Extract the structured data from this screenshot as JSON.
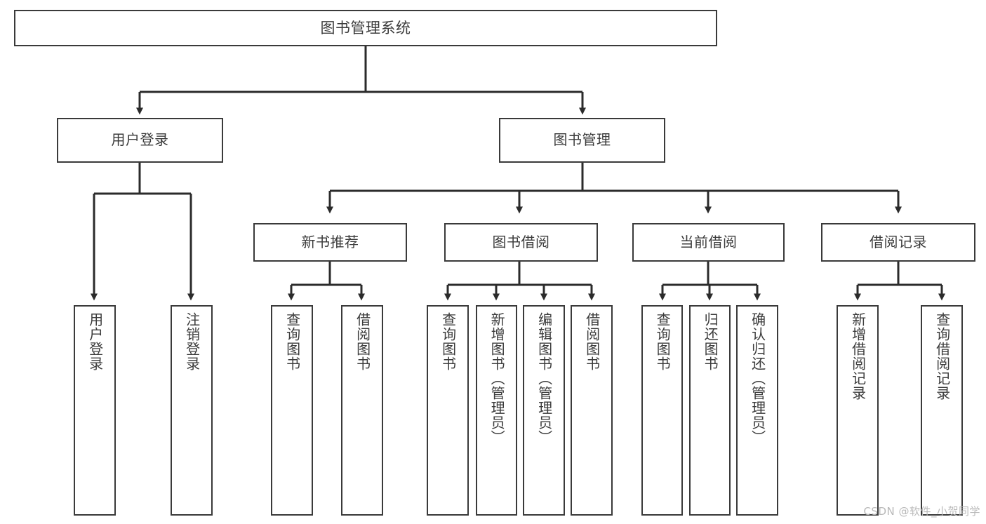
{
  "diagram": {
    "type": "tree-hierarchy",
    "title": "图书管理系统",
    "watermark": "CSDN @软件_小贺同学",
    "colors": {
      "box_border": "#3a3a3a",
      "box_fill": "#ffffff",
      "connector": "#2b2b2b",
      "text": "#3b3b3b",
      "watermark": "#b9b9b9",
      "page_background": "#ffffff"
    },
    "root": {
      "id": "root",
      "label": "图书管理系统"
    },
    "level1": [
      {
        "id": "user-login",
        "label": "用户登录"
      },
      {
        "id": "book-manage",
        "label": "图书管理"
      }
    ],
    "level2": [
      {
        "id": "new-book-rec",
        "label": "新书推荐",
        "parent": "book-manage"
      },
      {
        "id": "book-borrow",
        "label": "图书借阅",
        "parent": "book-manage"
      },
      {
        "id": "current-borrow",
        "label": "当前借阅",
        "parent": "book-manage"
      },
      {
        "id": "borrow-record",
        "label": "借阅记录",
        "parent": "book-manage"
      }
    ],
    "leaves": [
      {
        "id": "leaf-user-login",
        "label": "用户登录",
        "parent": "user-login"
      },
      {
        "id": "leaf-user-logout",
        "label": "注销登录",
        "parent": "user-login"
      },
      {
        "id": "leaf-query-book-1",
        "label": "查询图书",
        "parent": "new-book-rec"
      },
      {
        "id": "leaf-borrow-book-1",
        "label": "借阅图书",
        "parent": "new-book-rec"
      },
      {
        "id": "leaf-query-book-2",
        "label": "查询图书",
        "parent": "book-borrow"
      },
      {
        "id": "leaf-add-book",
        "label": "新增图书（管理员）",
        "parent": "book-borrow"
      },
      {
        "id": "leaf-edit-book",
        "label": "编辑图书（管理员）",
        "parent": "book-borrow"
      },
      {
        "id": "leaf-borrow-book-2",
        "label": "借阅图书",
        "parent": "book-borrow"
      },
      {
        "id": "leaf-query-book-3",
        "label": "查询图书",
        "parent": "current-borrow"
      },
      {
        "id": "leaf-return-book",
        "label": "归还图书",
        "parent": "current-borrow"
      },
      {
        "id": "leaf-confirm-return",
        "label": "确认归还（管理员）",
        "parent": "current-borrow"
      },
      {
        "id": "leaf-add-record",
        "label": "新增借阅记录",
        "parent": "borrow-record"
      },
      {
        "id": "leaf-query-record",
        "label": "查询借阅记录",
        "parent": "borrow-record"
      }
    ]
  }
}
